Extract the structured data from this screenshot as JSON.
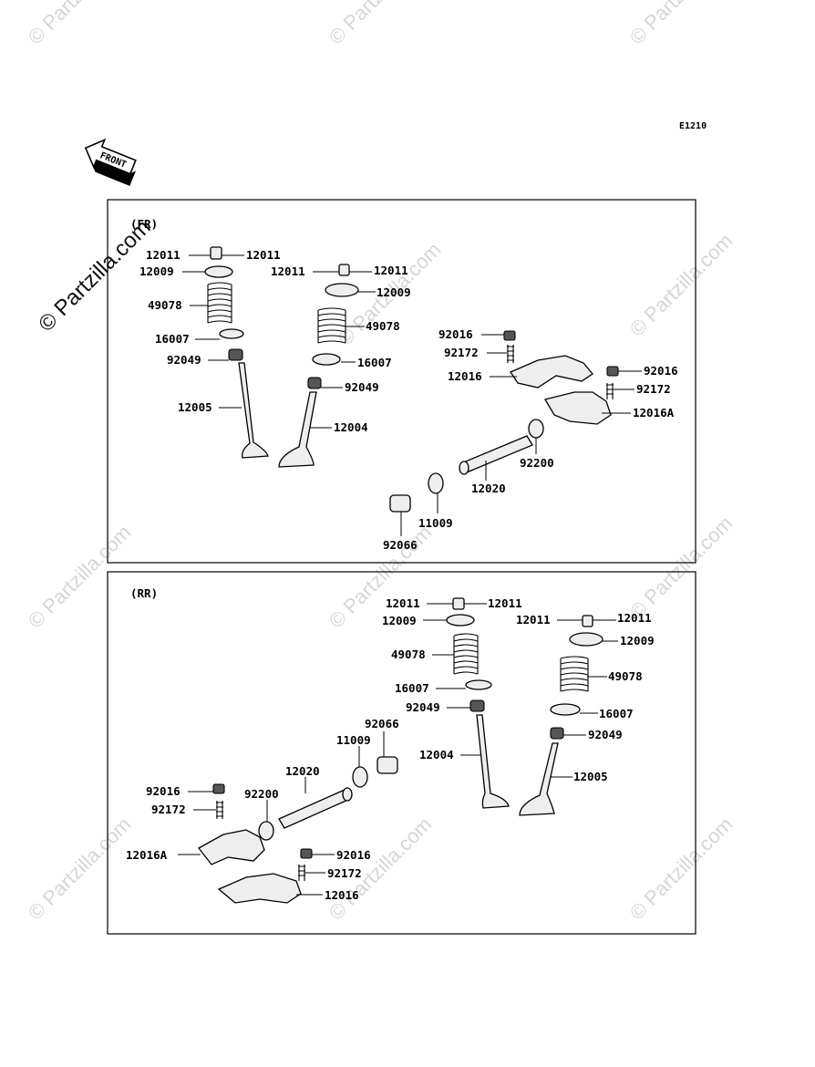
{
  "diagram_code": "E1210",
  "front_label": "FRONT",
  "watermark_text": "© Partzilla.com",
  "sections": [
    {
      "label": "(FR)",
      "callouts": [
        "12011",
        "12011",
        "12009",
        "49078",
        "16007",
        "92049",
        "12005",
        "12011",
        "12011",
        "12009",
        "49078",
        "16007",
        "92049",
        "12004",
        "92016",
        "92172",
        "12016",
        "92016",
        "92172",
        "12016A",
        "92200",
        "12020",
        "11009",
        "92066"
      ]
    },
    {
      "label": "(RR)",
      "callouts": [
        "12011",
        "12011",
        "12009",
        "49078",
        "16007",
        "92049",
        "12004",
        "12011",
        "12011",
        "12009",
        "49078",
        "16007",
        "92049",
        "12005",
        "92066",
        "11009",
        "12020",
        "92200",
        "92016",
        "92172",
        "12016A",
        "92016",
        "92172",
        "12016"
      ]
    }
  ]
}
